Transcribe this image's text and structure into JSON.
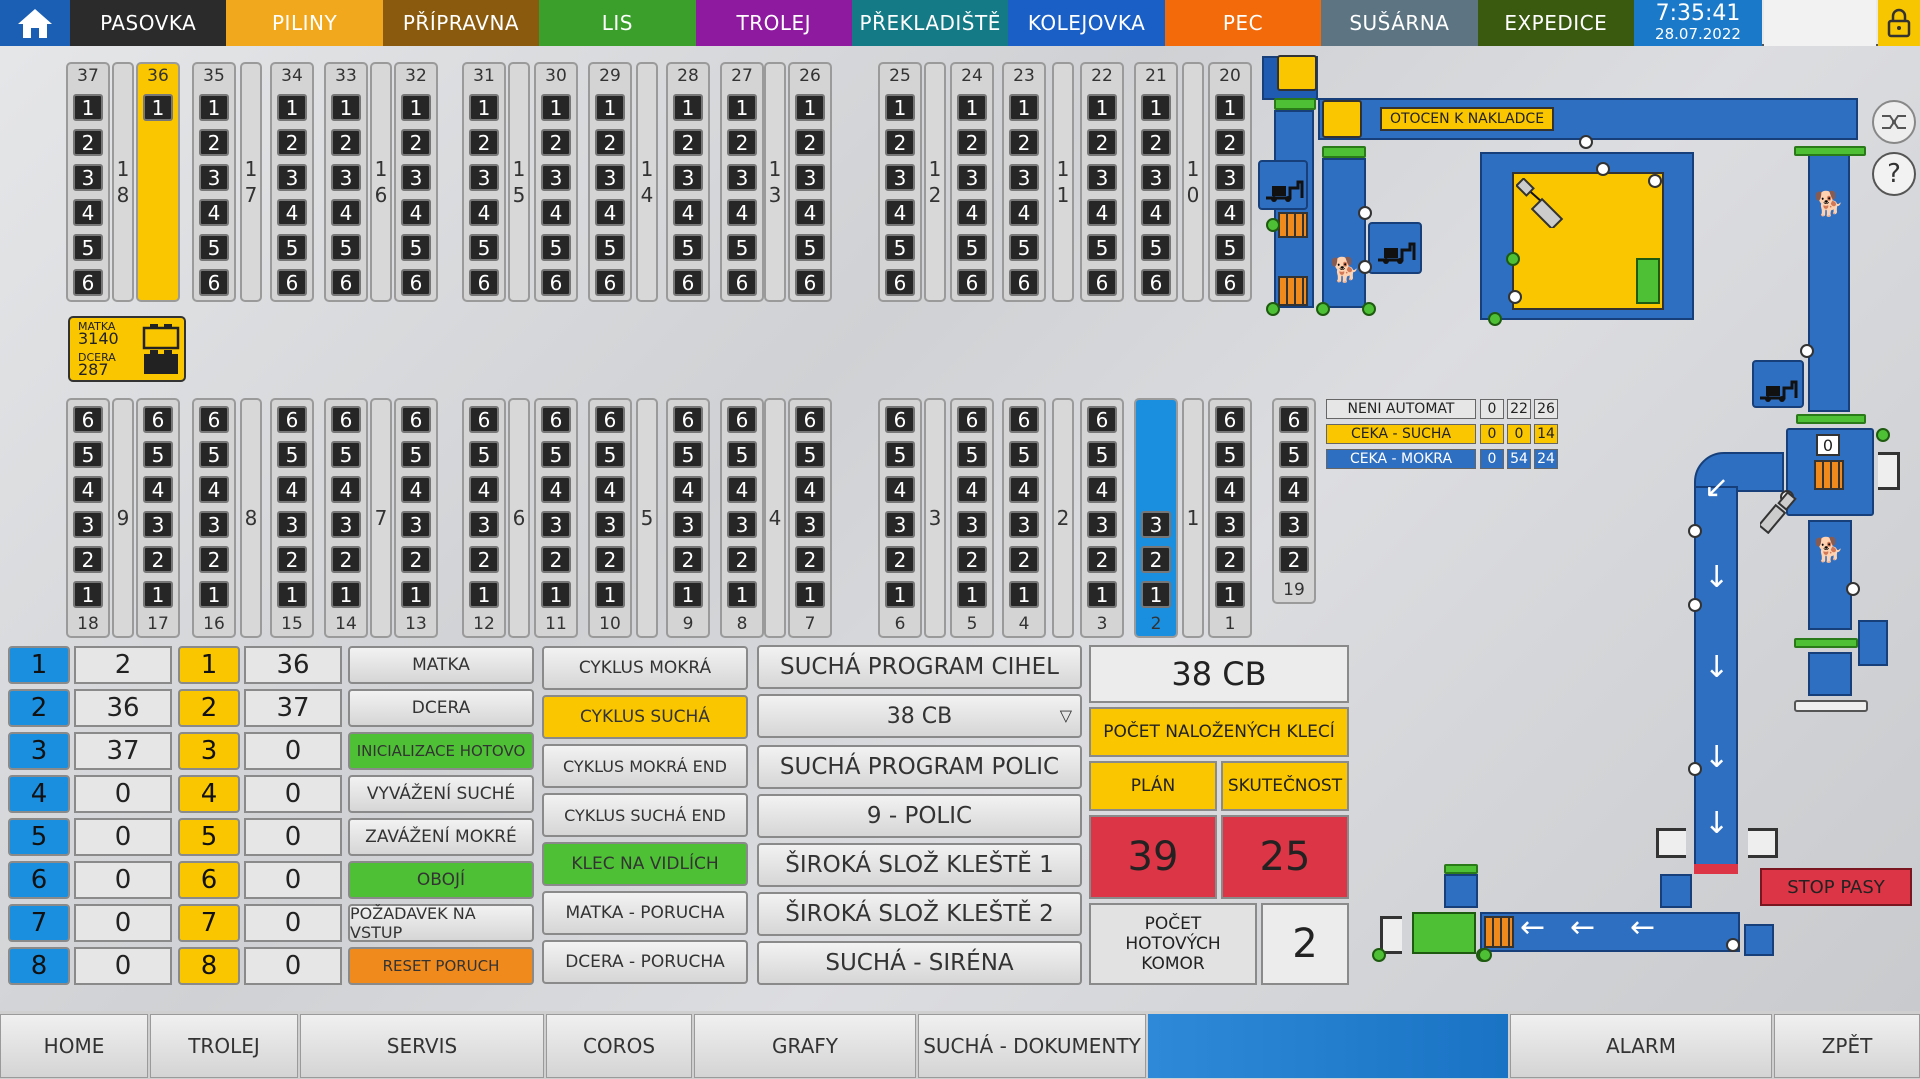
{
  "nav": {
    "tabs": [
      {
        "label": "PASOVKA",
        "color": "#2b2b2b"
      },
      {
        "label": "PILINY",
        "color": "#f2a81d"
      },
      {
        "label": "PŘÍPRAVNA",
        "color": "#8a5a0f"
      },
      {
        "label": "LIS",
        "color": "#3aa02b"
      },
      {
        "label": "TROLEJ",
        "color": "#8e1aa0"
      },
      {
        "label": "PŘEKLADIŠTĚ",
        "color": "#147a86"
      },
      {
        "label": "KOLEJOVKA",
        "color": "#1a5fc6"
      },
      {
        "label": "PEC",
        "color": "#f26a0a"
      },
      {
        "label": "SUŠÁRNA",
        "color": "#5d7483"
      },
      {
        "label": "EXPEDICE",
        "color": "#3a5a10"
      }
    ],
    "time": "7:35:41",
    "date": "28.07.2022"
  },
  "upper_slots": {
    "numbers": [
      "37",
      "36",
      "35",
      "34",
      "33",
      "32",
      "31",
      "30",
      "29",
      "28",
      "27",
      "26",
      "25",
      "24",
      "23",
      "22",
      "21",
      "20"
    ],
    "cells": [
      "1",
      "2",
      "3",
      "4",
      "5",
      "6"
    ],
    "mid_labels": [
      "1\n8",
      "1\n7",
      "1\n6",
      "1\n5",
      "1\n4",
      "1\n3",
      "1\n2",
      "1\n1",
      "1\n0"
    ]
  },
  "lower_slots": {
    "numbers": [
      "18",
      "17",
      "16",
      "15",
      "14",
      "13",
      "12",
      "11",
      "10",
      "9",
      "8",
      "7",
      "6",
      "5",
      "4",
      "3",
      "2",
      "1"
    ],
    "cells": [
      "6",
      "5",
      "4",
      "3",
      "2",
      "1"
    ],
    "mid_labels": [
      "9",
      "8",
      "7",
      "6",
      "5",
      "4",
      "3",
      "2",
      "1"
    ],
    "extra_col_number": "19"
  },
  "matka_card": {
    "matka_label": "MATKA",
    "matka_value": "3140",
    "dcera_label": "DCERA",
    "dcera_value": "287"
  },
  "grid": {
    "left_ids": [
      "1",
      "2",
      "3",
      "4",
      "5",
      "6",
      "7",
      "8"
    ],
    "left_vals": [
      "2",
      "36",
      "37",
      "0",
      "0",
      "0",
      "0",
      "0"
    ],
    "right_ids": [
      "1",
      "2",
      "3",
      "4",
      "5",
      "6",
      "7",
      "8"
    ],
    "right_vals": [
      "36",
      "37",
      "0",
      "0",
      "0",
      "0",
      "0",
      "0"
    ]
  },
  "buttons_col1": [
    "MATKA",
    "DCERA",
    "INICIALIZACE HOTOVO",
    "VYVÁŽENÍ SUCHÉ",
    "ZAVÁŽENÍ MOKRÉ",
    "OBOJÍ",
    "POŽADAVEK NA VSTUP",
    "RESET PORUCH"
  ],
  "buttons_col2": [
    "CYKLUS MOKRÁ",
    "CYKLUS SUCHÁ",
    "CYKLUS MOKRÁ END",
    "CYKLUS SUCHÁ END",
    "KLEC NA VIDLÍCH",
    "MATKA - PORUCHA",
    "DCERA - PORUCHA"
  ],
  "program": {
    "dry_brick_title": "SUCHÁ PROGRAM CIHEL",
    "dry_brick_value": "38 CB",
    "dry_shelf_title": "SUCHÁ PROGRAM POLIC",
    "dry_shelf_value": "9 - POLIC",
    "wide_1": "ŠIROKÁ SLOŽ KLEŠTĚ 1",
    "wide_2": "ŠIROKÁ SLOŽ KLEŠTĚ 2",
    "siren": "SUCHÁ - SIRÉNA"
  },
  "stats": {
    "current_program": "38 CB",
    "loaded_cages_label": "POČET NALOŽENÝCH KLECÍ",
    "plan_label": "PLÁN",
    "actual_label": "SKUTEČNOST",
    "plan_value": "39",
    "actual_value": "25",
    "finished_chambers_label": "POČET HOTOVÝCH KOMOR",
    "finished_chambers_value": "2"
  },
  "diagram": {
    "turned_label": "OTOCEN K NAKLADCE",
    "status": [
      {
        "label": "NENI AUTOMAT",
        "vals": [
          "0",
          "22",
          "26"
        ]
      },
      {
        "label": "CEKA - SUCHA",
        "vals": [
          "0",
          "0",
          "14"
        ]
      },
      {
        "label": "CEKA - MOKRA",
        "vals": [
          "0",
          "54",
          "24"
        ]
      }
    ],
    "counter": "0",
    "stop_label": "STOP PASY"
  },
  "footer": [
    "HOME",
    "TROLEJ",
    "SERVIS",
    "COROS",
    "GRAFY",
    "SUCHÁ - DOKUMENTY",
    "ALARM",
    "ZPĚT"
  ],
  "colors": {
    "yellow": "#f9c600",
    "blue": "#1a8fe0",
    "green": "#4ec035",
    "red": "#dc3545",
    "orange": "#f08a1c"
  }
}
